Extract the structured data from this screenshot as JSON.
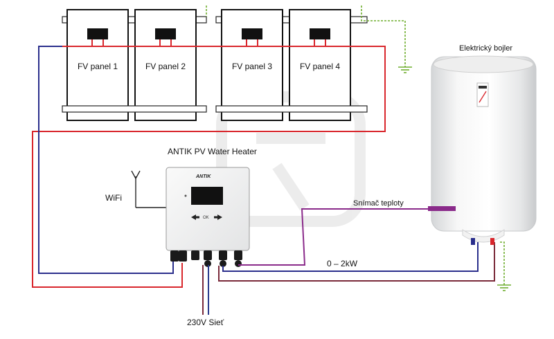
{
  "panels": [
    {
      "label": "FV panel 1"
    },
    {
      "label": "FV panel 2"
    },
    {
      "label": "FV panel 3"
    },
    {
      "label": "FV panel 4"
    }
  ],
  "controller": {
    "title": "ANTIK PV Water Heater",
    "brand": "ANTIK",
    "ok_label": "OK"
  },
  "boiler": {
    "title": "Elektrický bojler"
  },
  "labels": {
    "wifi": "WiFi",
    "sensor": "Snímač teploty",
    "power": "0 – 2kW",
    "mains": "230V Sieť"
  },
  "colors": {
    "wire_positive": "#d9262c",
    "wire_negative": "#2a2e8c",
    "wire_sensor": "#8a2a8a",
    "wire_ground": "#6fae2f",
    "wire_mains_live": "#7a2a3a",
    "wire_mains_neutral": "#2a3a8c"
  }
}
